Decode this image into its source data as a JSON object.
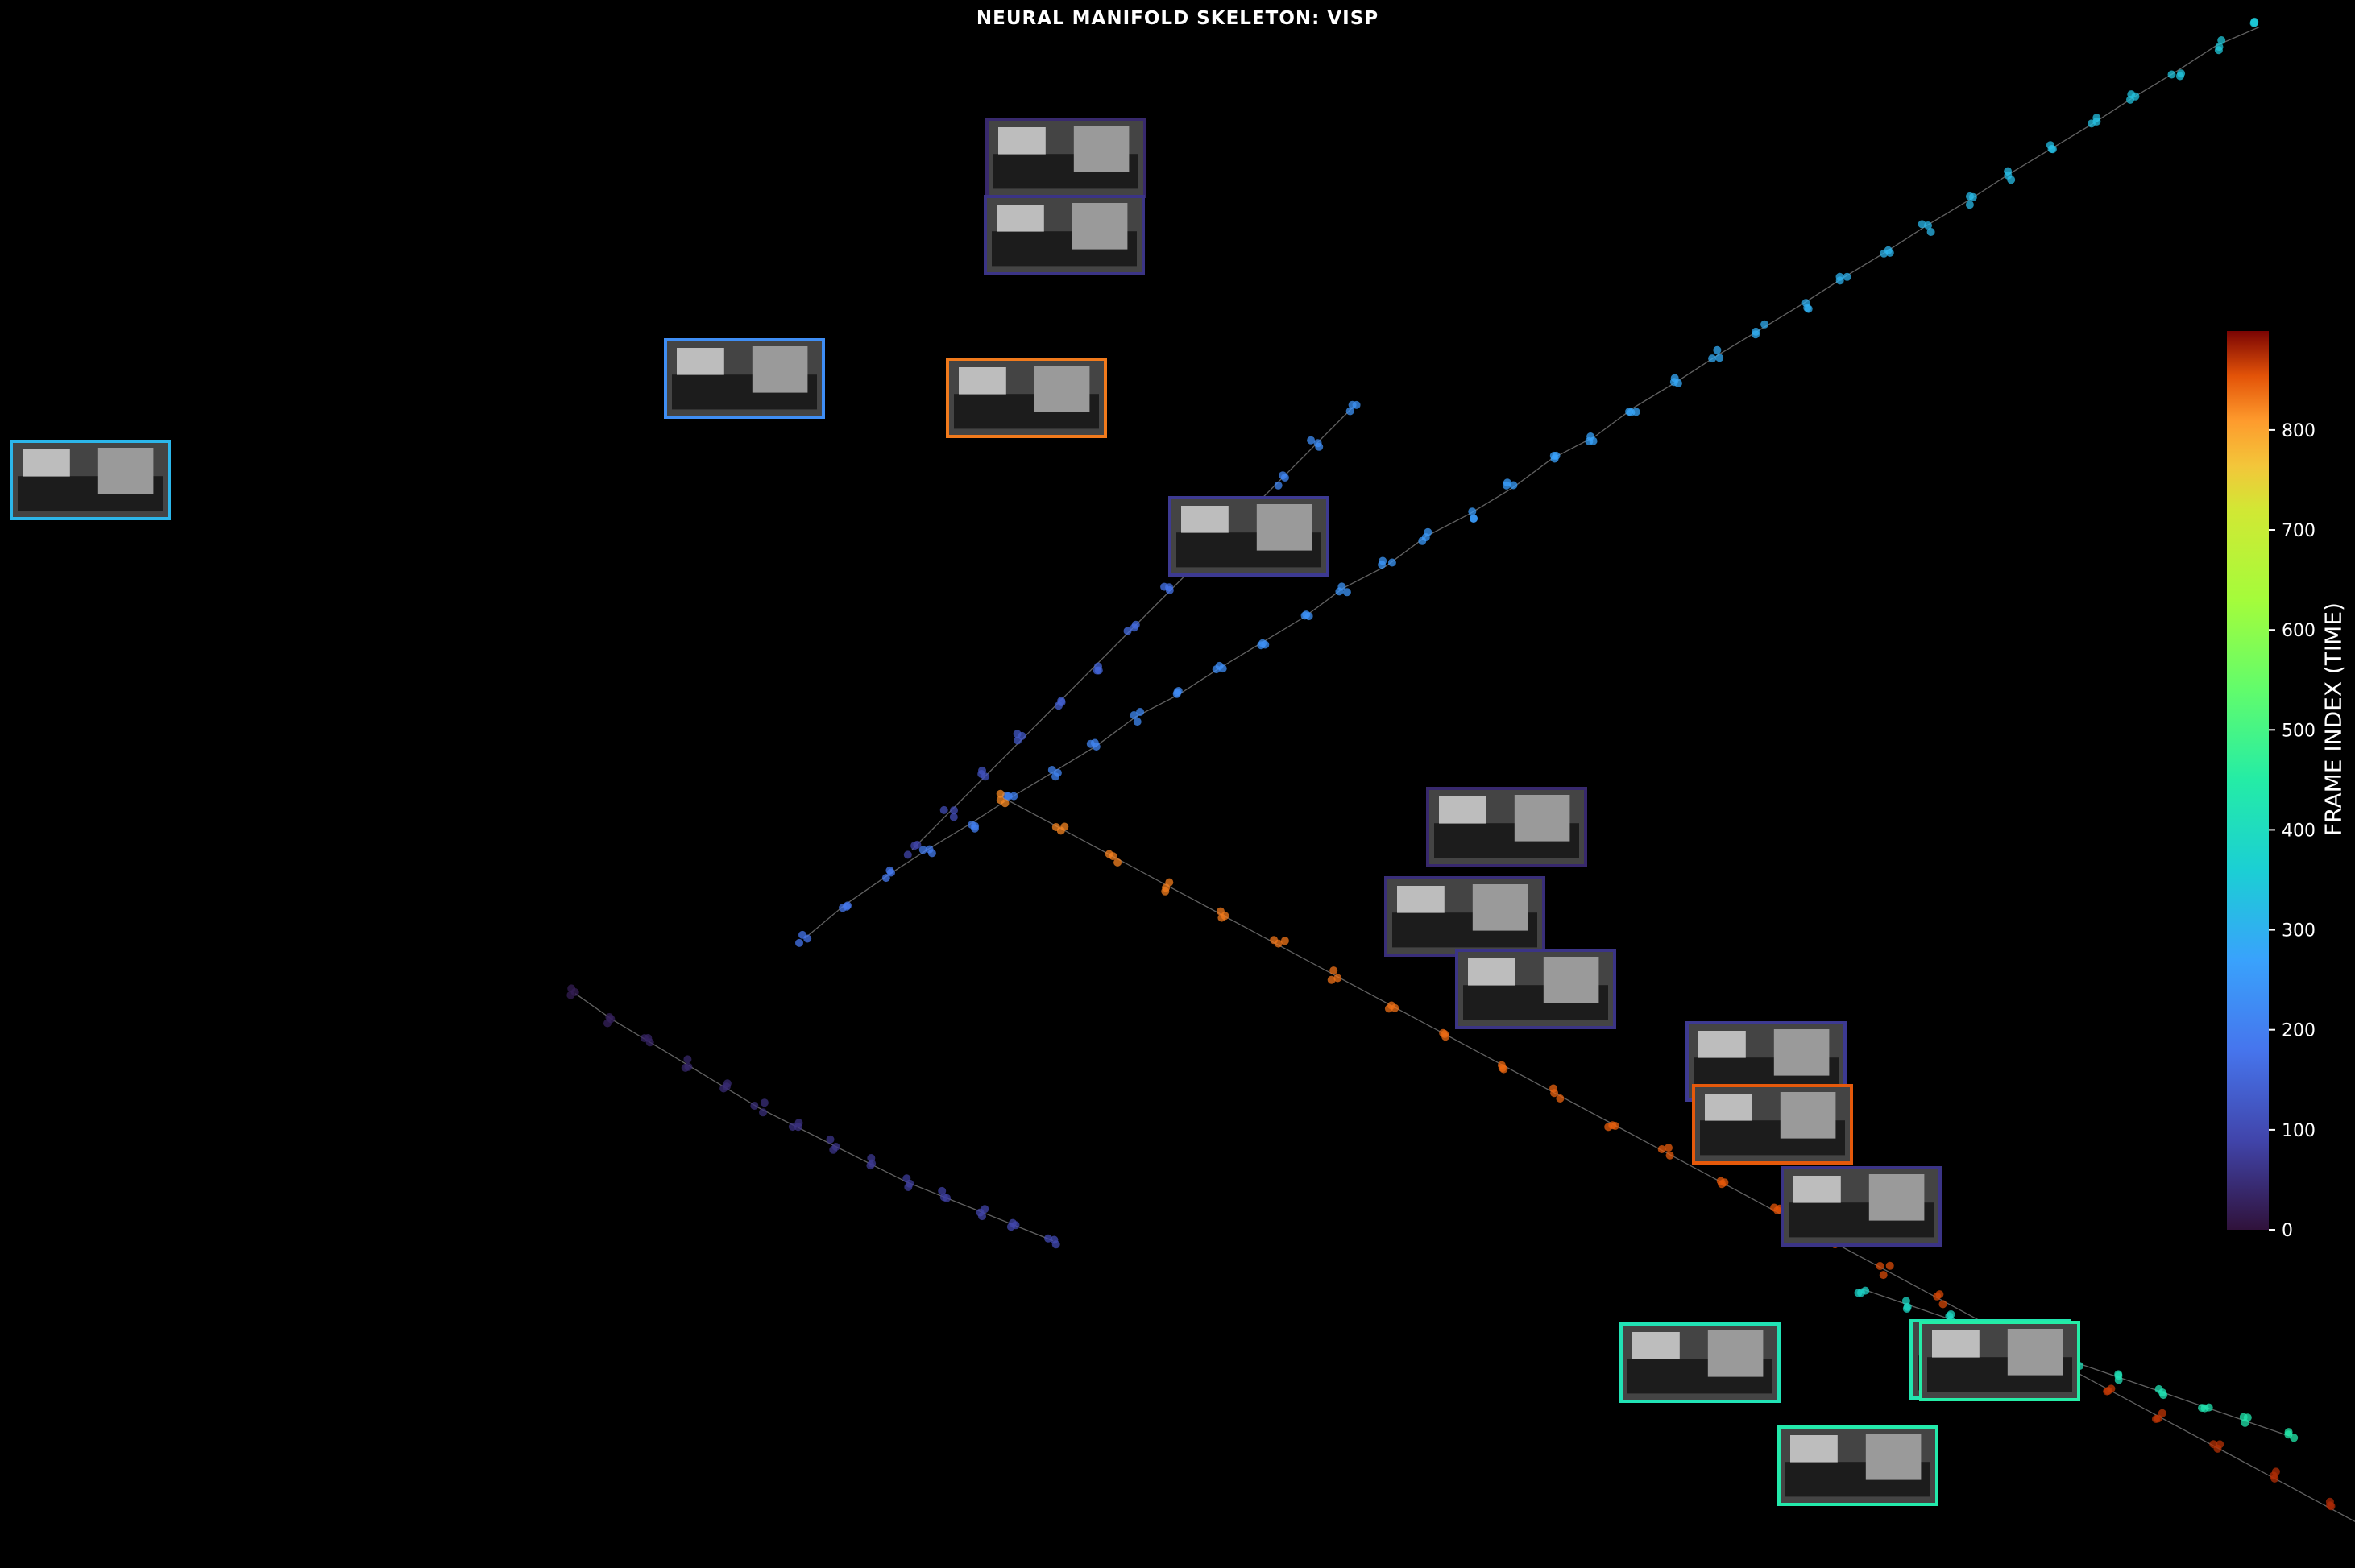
{
  "chart_data": {
    "type": "scatter",
    "title": "NEURAL MANIFOLD SKELETON: VISP",
    "xlabel": "",
    "ylabel": "",
    "grid": false,
    "axes_visible": false,
    "background": "#000000",
    "colormap": "turbo",
    "colorbar": {
      "label": "FRAME INDEX (TIME)",
      "min": 0,
      "max": 899,
      "ticks": [
        "0",
        "100",
        "200",
        "300",
        "400",
        "500",
        "600",
        "700",
        "800"
      ],
      "placement": "right"
    },
    "thumbnail_description": "Grayscale video frame thumbnails with borders colored by frame index are linked by thin lines to manifold nodes.",
    "branches": [
      {
        "points": [
          [
            255,
            250
          ],
          [
            268,
            241
          ],
          [
            282,
            233
          ],
          [
            295,
            226
          ],
          [
            309,
            219
          ],
          [
            322,
            212
          ],
          [
            336,
            205
          ],
          [
            350,
            198
          ],
          [
            363,
            190
          ],
          [
            377,
            184
          ],
          [
            390,
            177
          ],
          [
            404,
            170
          ],
          [
            418,
            163
          ],
          [
            431,
            155
          ],
          [
            445,
            149
          ],
          [
            458,
            141
          ],
          [
            472,
            135
          ],
          [
            486,
            128
          ],
          [
            499,
            120
          ],
          [
            513,
            114
          ],
          [
            526,
            106
          ],
          [
            540,
            99
          ],
          [
            553,
            92
          ],
          [
            567,
            85
          ],
          [
            581,
            78
          ],
          [
            594,
            71
          ],
          [
            608,
            64
          ],
          [
            621,
            57
          ],
          [
            635,
            50
          ],
          [
            648,
            43
          ],
          [
            662,
            36
          ],
          [
            676,
            29
          ],
          [
            689,
            22
          ],
          [
            703,
            15
          ],
          [
            716,
            8
          ],
          [
            730,
            3
          ]
        ]
      },
      {
        "points": [
          [
            320,
            212
          ],
          [
            338,
            220
          ],
          [
            356,
            228
          ],
          [
            374,
            236
          ],
          [
            392,
            244
          ],
          [
            410,
            252
          ],
          [
            428,
            260
          ],
          [
            446,
            268
          ],
          [
            464,
            276
          ],
          [
            482,
            284
          ],
          [
            500,
            292
          ],
          [
            518,
            300
          ],
          [
            536,
            308
          ],
          [
            554,
            316
          ],
          [
            572,
            324
          ],
          [
            590,
            332
          ],
          [
            608,
            340
          ],
          [
            626,
            348
          ],
          [
            644,
            356
          ],
          [
            662,
            364
          ],
          [
            680,
            372
          ],
          [
            698,
            380
          ],
          [
            716,
            388
          ],
          [
            734,
            396
          ],
          [
            752,
            404
          ],
          [
            770,
            412
          ]
        ]
      },
      {
        "points": [
          [
            290,
            226
          ],
          [
            302,
            216
          ],
          [
            314,
            206
          ],
          [
            326,
            196
          ],
          [
            338,
            186
          ],
          [
            350,
            176
          ],
          [
            362,
            166
          ],
          [
            374,
            156
          ],
          [
            386,
            146
          ],
          [
            398,
            136
          ],
          [
            410,
            126
          ],
          [
            422,
            116
          ],
          [
            434,
            106
          ]
        ]
      },
      {
        "points": [
          [
            600,
            345
          ],
          [
            614,
            349
          ],
          [
            628,
            353
          ],
          [
            642,
            357
          ],
          [
            656,
            361
          ],
          [
            670,
            365
          ],
          [
            684,
            369
          ],
          [
            698,
            373
          ],
          [
            712,
            377
          ],
          [
            726,
            381
          ],
          [
            740,
            385
          ]
        ]
      },
      {
        "points": [
          [
            180,
            265
          ],
          [
            192,
            272
          ],
          [
            204,
            278
          ],
          [
            216,
            284
          ],
          [
            228,
            290
          ],
          [
            240,
            296
          ],
          [
            252,
            301
          ],
          [
            264,
            306
          ],
          [
            276,
            311
          ],
          [
            288,
            316
          ],
          [
            300,
            320
          ],
          [
            312,
            324
          ],
          [
            324,
            328
          ],
          [
            336,
            332
          ]
        ]
      }
    ],
    "thumbnails": [
      {
        "frame": 100,
        "node": [
          258,
          238
        ]
      },
      {
        "frame": 820,
        "node": [
          292,
          221
        ]
      },
      {
        "frame": 240,
        "node": [
          190,
          192
        ]
      },
      {
        "frame": 310,
        "node": [
          63,
          274
        ]
      },
      {
        "frame": 430,
        "node": [
          552,
          350
        ]
      },
      {
        "frame": 870,
        "node": [
          456,
          137
        ]
      }
    ]
  }
}
